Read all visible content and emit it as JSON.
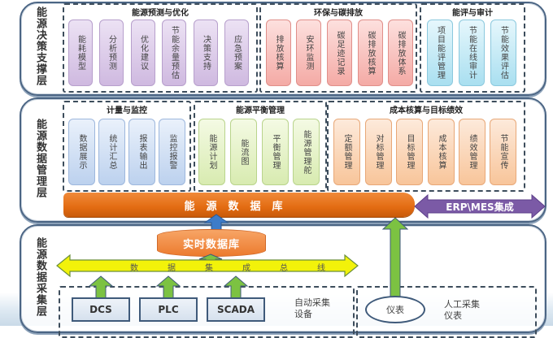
{
  "layers": {
    "decision": {
      "title": "能源决策支撑层",
      "groups": [
        {
          "title": "能源预测与优化",
          "modules": [
            "能耗模型",
            "分析预测",
            "优化建议",
            "节能余量预估",
            "决策支持",
            "应急预案"
          ]
        },
        {
          "title": "环保与碳排放",
          "modules": [
            "排放核算",
            "安环监测",
            "碳足迹记录",
            "碳排放核算",
            "碳排放体系"
          ]
        },
        {
          "title": "能评与审计",
          "modules": [
            "项目能评管理",
            "节能在线审计",
            "节能效果评估"
          ]
        }
      ]
    },
    "management": {
      "title": "能源数据管理层",
      "groups": [
        {
          "title": "计量与监控",
          "modules": [
            "数据展示",
            "统计汇总",
            "报表输出",
            "监控报警"
          ]
        },
        {
          "title": "能源平衡管理",
          "modules": [
            "能源计划",
            "能流图",
            "平衡管理",
            "能源管理舵"
          ]
        },
        {
          "title": "成本核算与目标绩效",
          "modules": [
            "定额管理",
            "对标管理",
            "目标管理",
            "成本核算",
            "绩效管理",
            "节能宣传"
          ]
        }
      ],
      "energy_database": "能源数据库",
      "erp_integration": "ERP\\MES集成"
    },
    "collection": {
      "title": "能源数据采集层",
      "realtime_database": "实时数据库",
      "data_bus": [
        "数",
        "据",
        "集",
        "成",
        "总",
        "线"
      ],
      "devices": [
        "DCS",
        "PLC",
        "SCADA"
      ],
      "auto_note": "自动采集设备",
      "meter": "仪表",
      "manual_note": "人工采集仪表"
    }
  },
  "colors": {
    "frame": "#4b6584",
    "energy_db": "#e36c12",
    "erp_arrow": "#7b5aa6",
    "bus_arrow": "#f2f20a",
    "up_arrow_green": "#7cc242",
    "up_arrow_blue": "#3d7cc9"
  }
}
